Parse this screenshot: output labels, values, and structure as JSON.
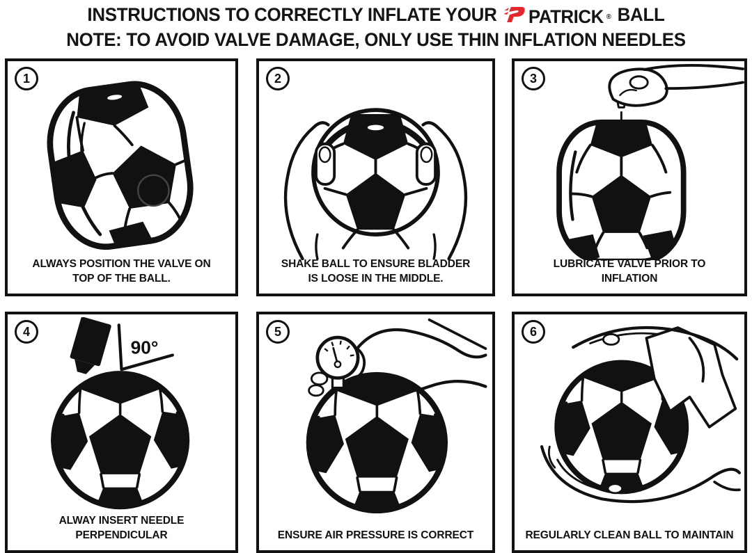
{
  "header": {
    "title_line1_prefix": "INSTRUCTIONS TO CORRECTLY INFLATE YOUR",
    "brand": "PATRICK",
    "registered_mark": "®",
    "title_line1_suffix": "BALL",
    "title_line2": "NOTE: TO AVOID VALVE DAMAGE, ONLY USE THIN INFLATION NEEDLES",
    "brand_color": "#e2282d",
    "text_color": "#151515"
  },
  "panels": [
    {
      "number": "1",
      "caption": "ALWAYS POSITION THE VALVE ON\nTOP OF THE BALL.",
      "illustration": "ball-with-valve-on-top"
    },
    {
      "number": "2",
      "caption": "SHAKE BALL TO ENSURE BLADDER\nIS LOOSE IN THE MIDDLE.",
      "illustration": "hands-shaking-ball"
    },
    {
      "number": "3",
      "caption": "LUBRICATE VALVE PRIOR TO INFLATION",
      "illustration": "hand-lubricating-valve"
    },
    {
      "number": "4",
      "caption": "ALWAY INSERT NEEDLE PERPENDICULAR",
      "illustration": "needle-inserted-perpendicular",
      "annotation": "90°"
    },
    {
      "number": "5",
      "caption": "ENSURE AIR PRESSURE IS CORRECT",
      "illustration": "hand-checking-pressure-gauge"
    },
    {
      "number": "6",
      "caption": "REGULARLY CLEAN BALL TO MAINTAIN",
      "illustration": "hands-cleaning-ball"
    }
  ]
}
